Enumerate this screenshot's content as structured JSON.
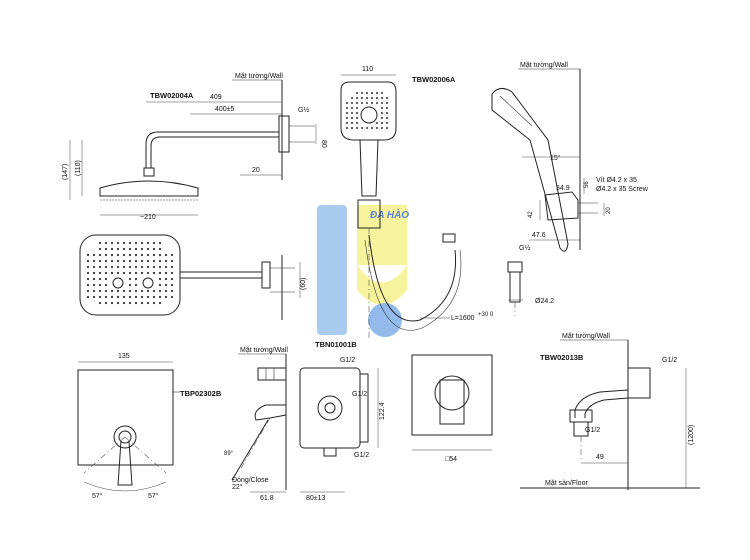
{
  "models": {
    "head_shower": "TBW02004A",
    "hand_shower": "TBW02006A",
    "valve_plate": "TBP02302B",
    "valve_body": "TBN01001B",
    "outlet_elbow": "TBW02013B"
  },
  "labels": {
    "wall": "Mặt tường/Wall",
    "floor": "Mặt sàn/Floor",
    "open_close": "Đóng/Close",
    "screw_vn": "Vít Ø4.2 x 35",
    "screw_en": "Ø4.2 x 35 Screw",
    "watermark": "ĐA HÀO"
  },
  "dimensions": {
    "arm_total": "409",
    "arm_adjust": "400±5",
    "arm_thread": "G½",
    "arm_80": "80",
    "arm_20": "20",
    "head_147": "(147)",
    "head_110": "(110)",
    "head_dia": "~210",
    "arm_60": "(60)",
    "hand_110": "110",
    "hand_15": "15°",
    "hand_56": "56",
    "hand_549": "54.9",
    "hand_42": "42",
    "hand_476": "47.6",
    "hand_20": "20",
    "hand_g12": "G½",
    "hand_242": "Ø24.2",
    "hose": "L=1600",
    "hose_tol": "+30 0",
    "plate_135": "135",
    "plate_57a": "57°",
    "plate_57b": "57°",
    "valve_g12a": "G1/2",
    "valve_g12b": "G1/2",
    "valve_g12c": "G1/2",
    "valve_1224": "122.4",
    "valve_22": "22°",
    "valve_618": "61.8",
    "valve_8013": "80±13",
    "valve_89": "89°",
    "cover_54": "□54",
    "elbow_g12a": "G1/2",
    "elbow_g12b": "G1/2",
    "elbow_49": "49",
    "elbow_1200": "(1200)"
  },
  "colors": {
    "line": "#222222",
    "watermark_blue": "#7fb0e8",
    "watermark_yellow": "#f4ef7c",
    "watermark_text": "#3a6fd0"
  }
}
